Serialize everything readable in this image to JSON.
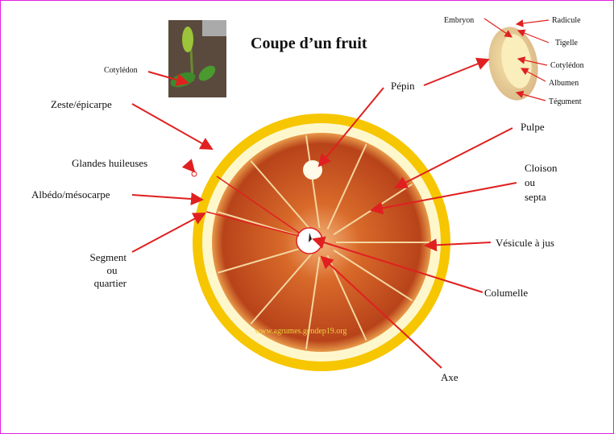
{
  "title": "Coupe d’un fruit",
  "labels": {
    "cotyledon_plant": "Cotylédon",
    "zeste": "Zeste/épicarpe",
    "glandes": "Glandes huileuses",
    "albedo": "Albédo/mésocarpe",
    "segment": [
      "Segment",
      "ou",
      "quartier"
    ],
    "pepin": "Pépin",
    "pulpe": "Pulpe",
    "cloison": [
      "Cloison",
      "ou",
      "septa"
    ],
    "vesicule": "Vésicule à jus",
    "columelle": "Columelle",
    "axe": "Axe"
  },
  "seed_labels": {
    "embryon": "Embryon",
    "radicule": "Radicule",
    "tigelle": "Tigelle",
    "cotyledon": "Cotylédon",
    "albumen": "Albumen",
    "tegument": "Tégument"
  },
  "watermark": "www.agrumes.gendep19.org",
  "colors": {
    "arrow": "#e02020",
    "border": "#e020e0",
    "peel": "#f5c400",
    "flesh": "#c8501c"
  }
}
